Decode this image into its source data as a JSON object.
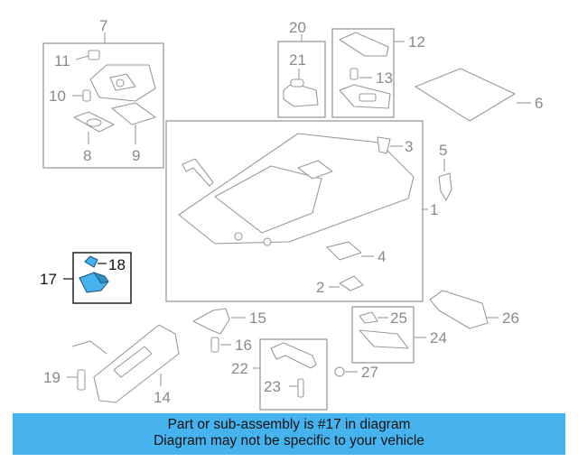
{
  "callouts": {
    "c1": "1",
    "c2": "2",
    "c3": "3",
    "c4": "4",
    "c5": "5",
    "c6": "6",
    "c7": "7",
    "c8": "8",
    "c9": "9",
    "c10": "10",
    "c11": "11",
    "c12": "12",
    "c13": "13",
    "c14": "14",
    "c15": "15",
    "c16": "16",
    "c17": "17",
    "c18": "18",
    "c19": "19",
    "c20": "20",
    "c21": "21",
    "c22": "22",
    "c23": "23",
    "c24": "24",
    "c25": "25",
    "c26": "26",
    "c27": "27"
  },
  "highlight": {
    "part": "17",
    "subpart": "18",
    "color": "#47b3ee"
  },
  "banner": {
    "line1": "Part or sub-assembly is #17 in diagram",
    "line2": "Diagram may not be specific to your vehicle",
    "color": "#47b3ee"
  }
}
